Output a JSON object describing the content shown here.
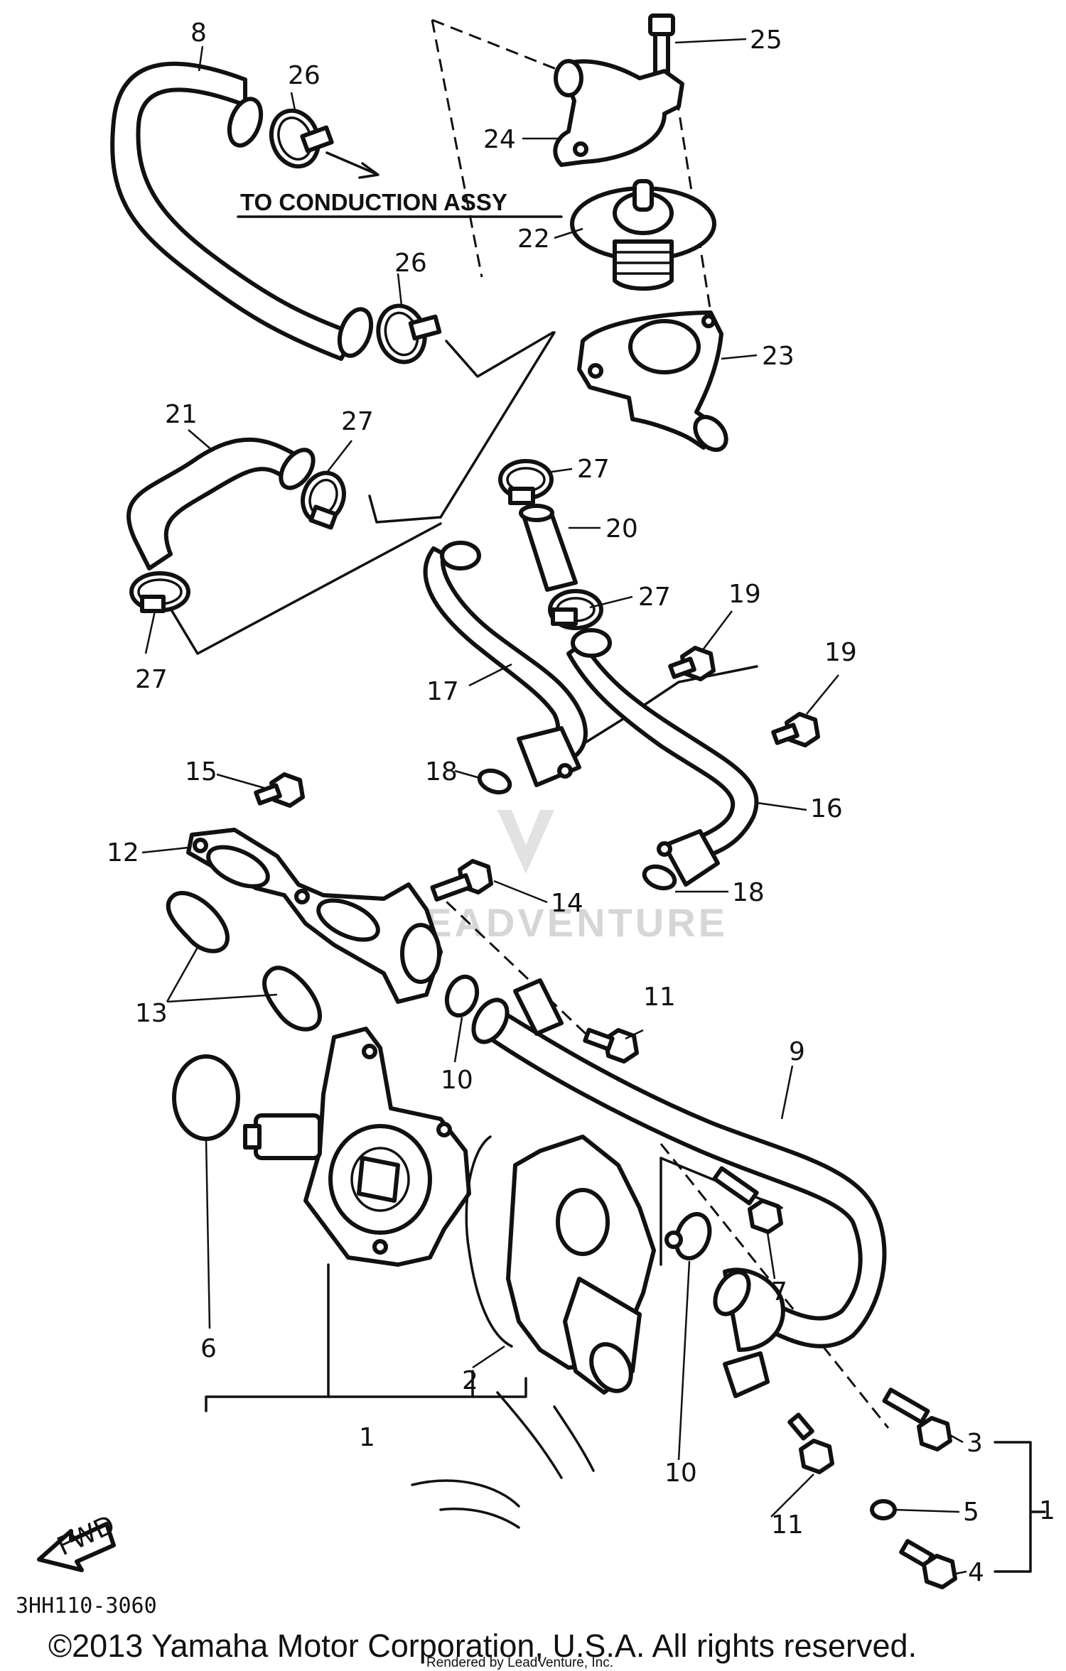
{
  "note_label": "TO CONDUCTION ASSY",
  "fwd_label": "FWD",
  "diagram_code": "3HH110-3060",
  "copyright": "©2013 Yamaha Motor Corporation, U.S.A. All rights reserved.",
  "rendered_by": "Rendered by LeadVenture, Inc.",
  "watermark": "LEADVENTURE",
  "callouts": {
    "c8": "8",
    "c26a": "26",
    "c26b": "26",
    "c25": "25",
    "c24": "24",
    "c22": "22",
    "c23": "23",
    "c21": "21",
    "c27a": "27",
    "c27b": "27",
    "c27c": "27",
    "c27d": "27",
    "c20": "20",
    "c19a": "19",
    "c19b": "19",
    "c17": "17",
    "c15": "15",
    "c18a": "18",
    "c18b": "18",
    "c16": "16",
    "c12": "12",
    "c14": "14",
    "c13": "13",
    "c11a": "11",
    "c11b": "11",
    "c10a": "10",
    "c10b": "10",
    "c9": "9",
    "c7": "7",
    "c6": "6",
    "c2": "2",
    "c1a": "1",
    "c1b": "1",
    "c3": "3",
    "c5": "5",
    "c4": "4"
  },
  "colors": {
    "ink": "#111111",
    "watermark": "#d6d6d6",
    "background": "#ffffff"
  }
}
